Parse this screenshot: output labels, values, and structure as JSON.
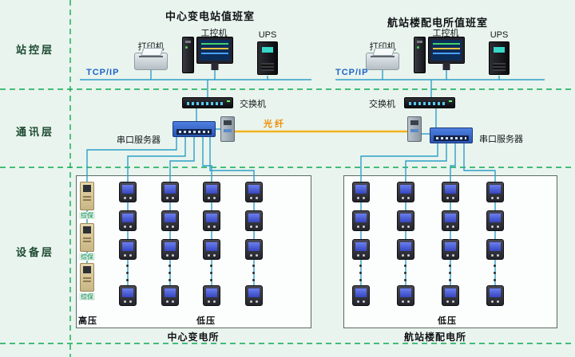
{
  "layers": {
    "station": "站控层",
    "comm": "通讯层",
    "device": "设备层"
  },
  "left": {
    "title": "中心变电站值班室",
    "printer": "打印机",
    "pc": "工控机",
    "ups": "UPS",
    "tcpip": "TCP/IP",
    "switch": "交换机",
    "serial": "串口服务器",
    "hv": "高压",
    "lv": "低压",
    "caption": "中心变电所",
    "protections": [
      "综保",
      "综保",
      "综保"
    ]
  },
  "right": {
    "title": "航站楼配电所值班室",
    "printer": "打印机",
    "pc": "工控机",
    "ups": "UPS",
    "tcpip": "TCP/IP",
    "switch": "交换机",
    "serial": "串口服务器",
    "lv": "低压",
    "caption": "航站楼配电所"
  },
  "fiber": "光纤",
  "colors": {
    "divider": "#0faa52",
    "bus": "#2d9fc9",
    "fiber": "#f3b21a"
  }
}
